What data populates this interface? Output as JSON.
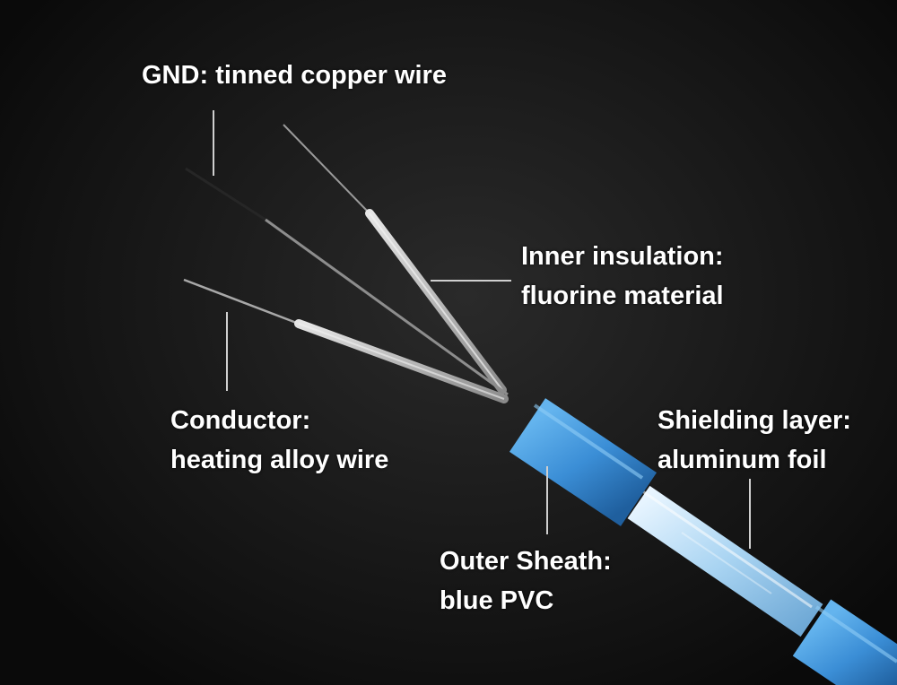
{
  "labels": {
    "gnd": {
      "line1": "GND: tinned copper wire"
    },
    "inner_insulation": {
      "line1": "Inner insulation:",
      "line2": "fluorine material"
    },
    "conductor": {
      "line1": "Conductor:",
      "line2": "heating alloy wire"
    },
    "shielding": {
      "line1": "Shielding layer:",
      "line2": "aluminum foil"
    },
    "outer_sheath": {
      "line1": "Outer Sheath:",
      "line2": "blue PVC"
    }
  },
  "colors": {
    "background": "#161616",
    "label_text": "#ffffff",
    "leader_line": "#cfcfcf",
    "sheath_blue": "#3d8fd6",
    "foil": "#cfe6f5",
    "wire": "#bfbfbf"
  }
}
